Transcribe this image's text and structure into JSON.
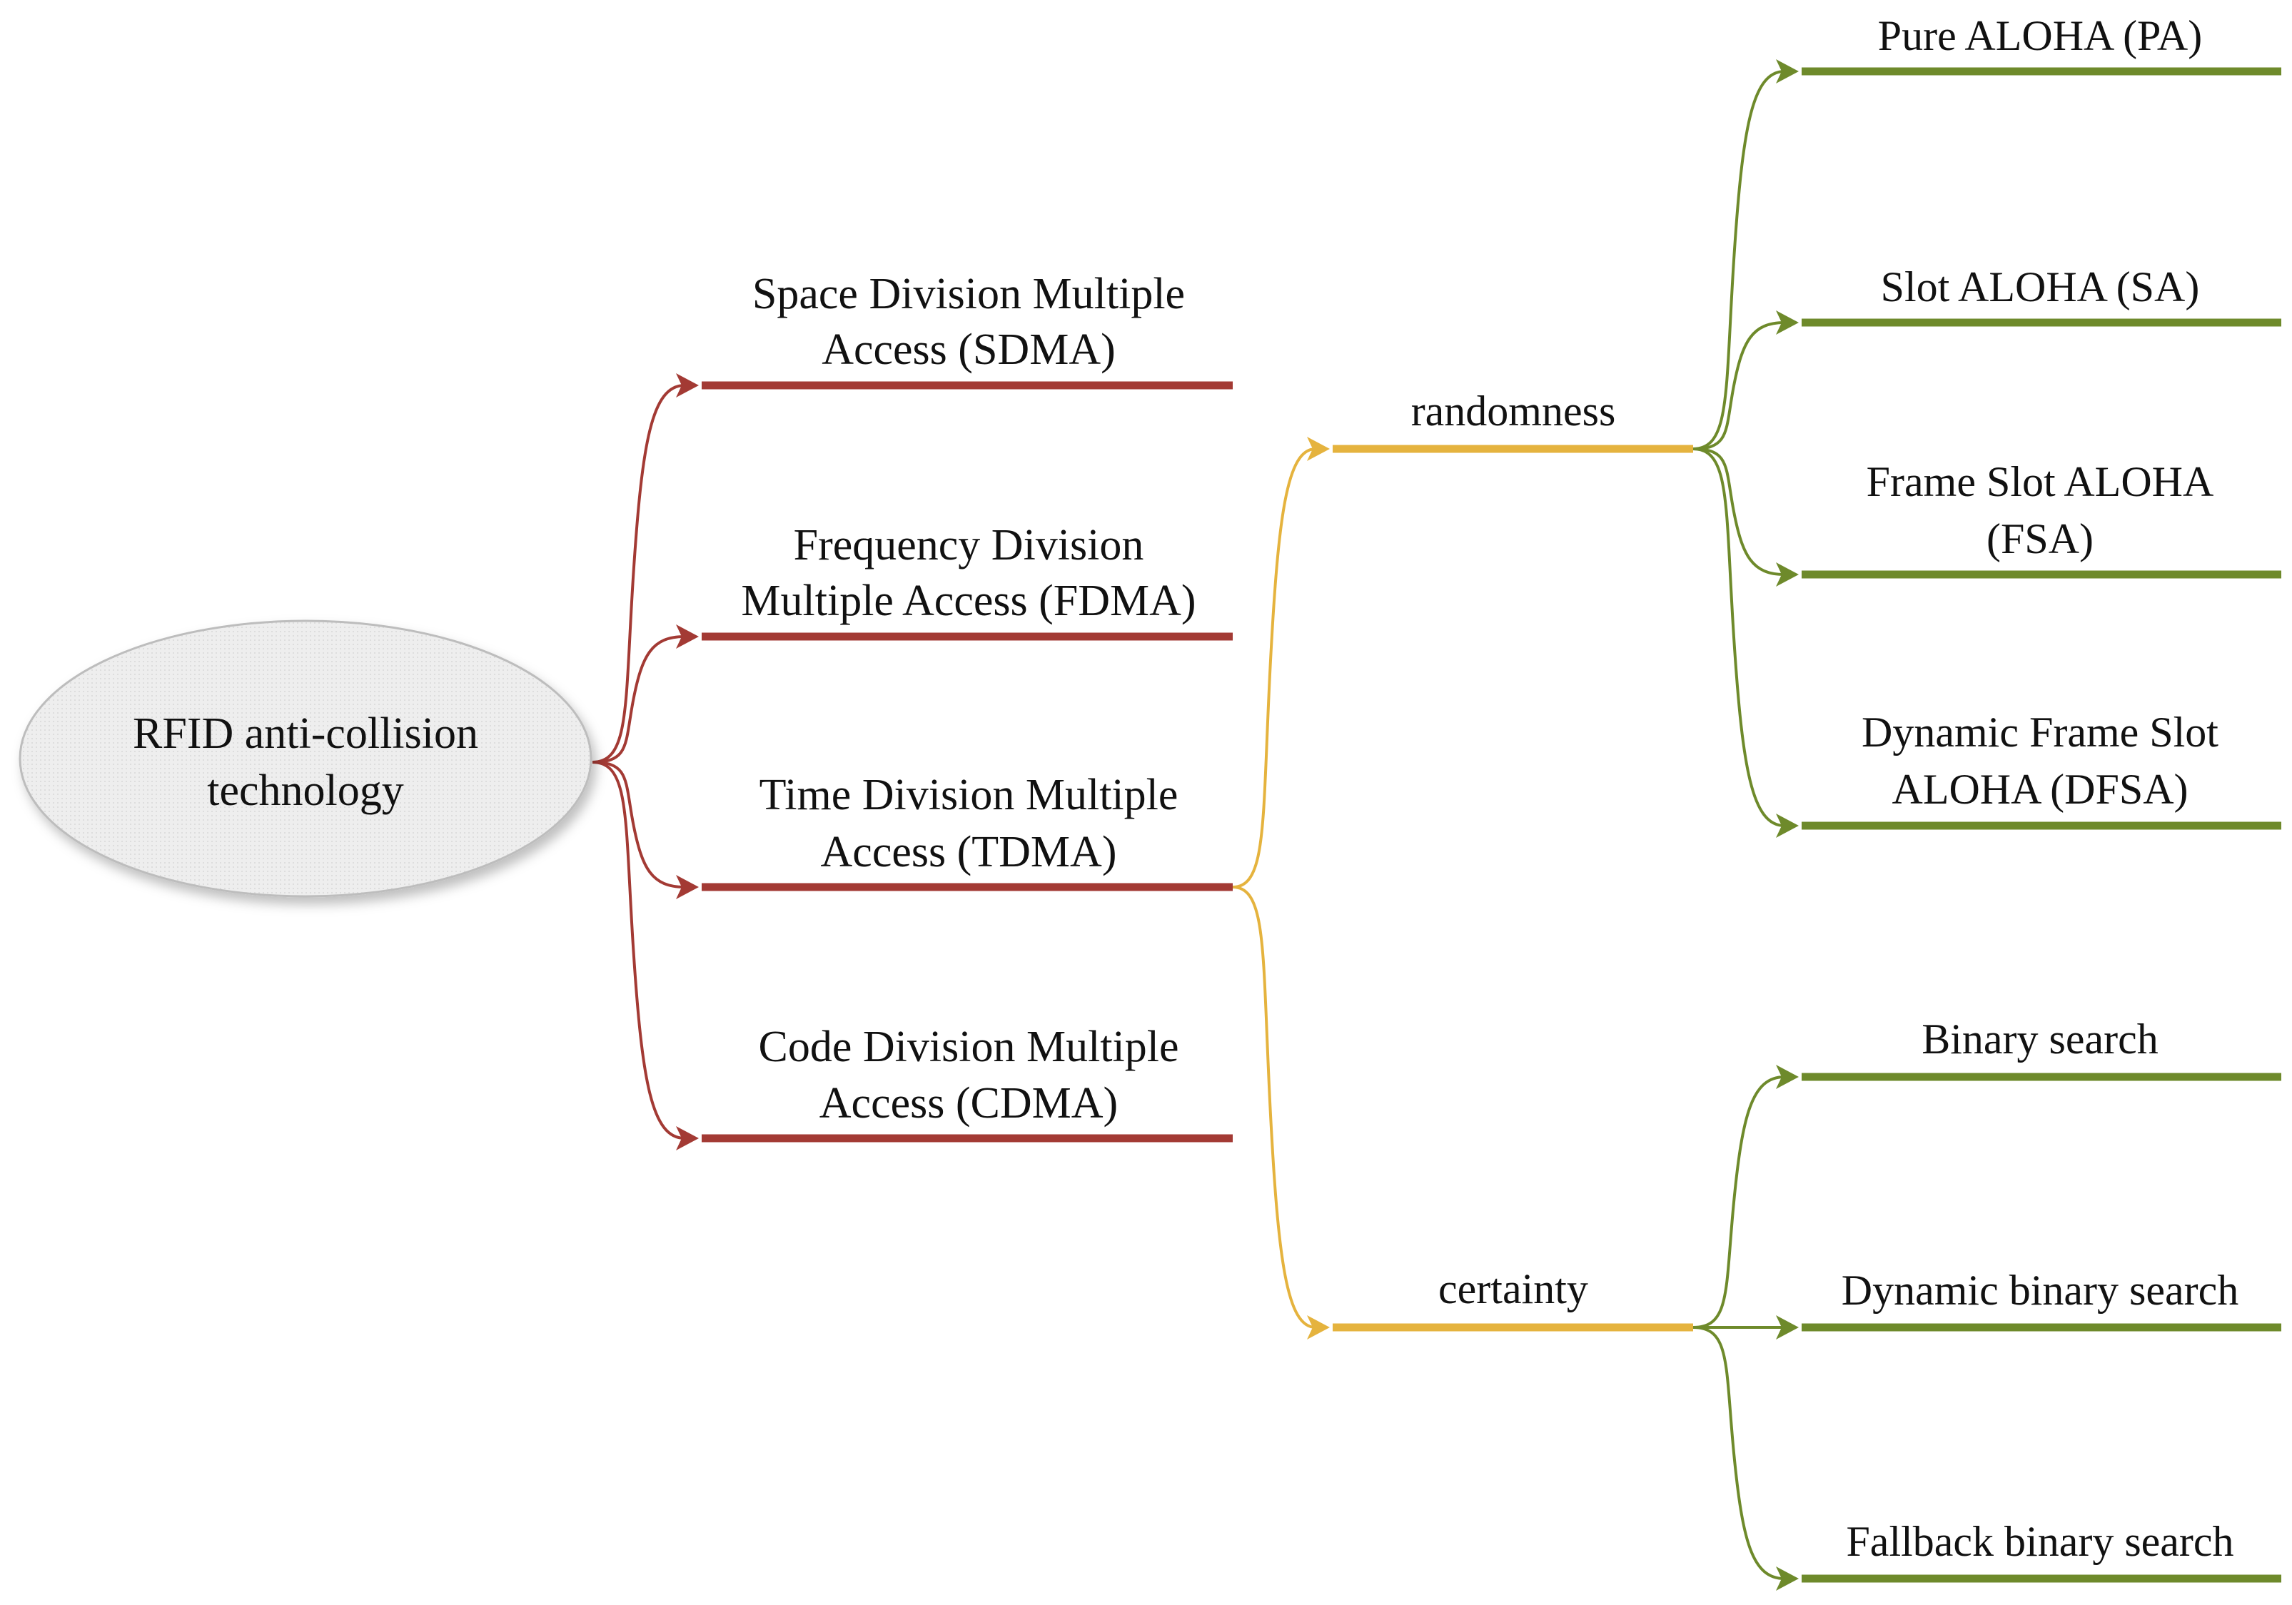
{
  "colors": {
    "level1": "#A33A34",
    "level2": "#E5B33E",
    "level3": "#6E8A2B",
    "root_fill": "#ECECEC",
    "root_stroke": "#BDBDBD",
    "text": "#111111"
  },
  "root": {
    "label_lines": [
      "RFID anti-collision",
      "technology"
    ]
  },
  "level1": [
    {
      "id": "sdma",
      "label_lines": [
        "Space Division Multiple",
        "Access (SDMA)"
      ]
    },
    {
      "id": "fdma",
      "label_lines": [
        "Frequency Division",
        "Multiple Access (FDMA)"
      ]
    },
    {
      "id": "tdma",
      "label_lines": [
        "Time Division Multiple",
        "Access (TDMA)"
      ]
    },
    {
      "id": "cdma",
      "label_lines": [
        "Code Division Multiple",
        "Access (CDMA)"
      ]
    }
  ],
  "level2": [
    {
      "id": "randomness",
      "parent": "tdma",
      "label_lines": [
        "randomness"
      ]
    },
    {
      "id": "certainty",
      "parent": "tdma",
      "label_lines": [
        "certainty"
      ]
    }
  ],
  "level3": [
    {
      "id": "pa",
      "parent": "randomness",
      "label_lines": [
        "Pure ALOHA (PA)"
      ]
    },
    {
      "id": "sa",
      "parent": "randomness",
      "label_lines": [
        "Slot ALOHA (SA)"
      ]
    },
    {
      "id": "fsa",
      "parent": "randomness",
      "label_lines": [
        "Frame Slot ALOHA",
        "(FSA)"
      ]
    },
    {
      "id": "dfsa",
      "parent": "randomness",
      "label_lines": [
        "Dynamic Frame Slot",
        "ALOHA (DFSA)"
      ]
    },
    {
      "id": "bs",
      "parent": "certainty",
      "label_lines": [
        "Binary search"
      ]
    },
    {
      "id": "dbs",
      "parent": "certainty",
      "label_lines": [
        "Dynamic binary search"
      ]
    },
    {
      "id": "fbs",
      "parent": "certainty",
      "label_lines": [
        "Fallback binary search"
      ]
    }
  ]
}
